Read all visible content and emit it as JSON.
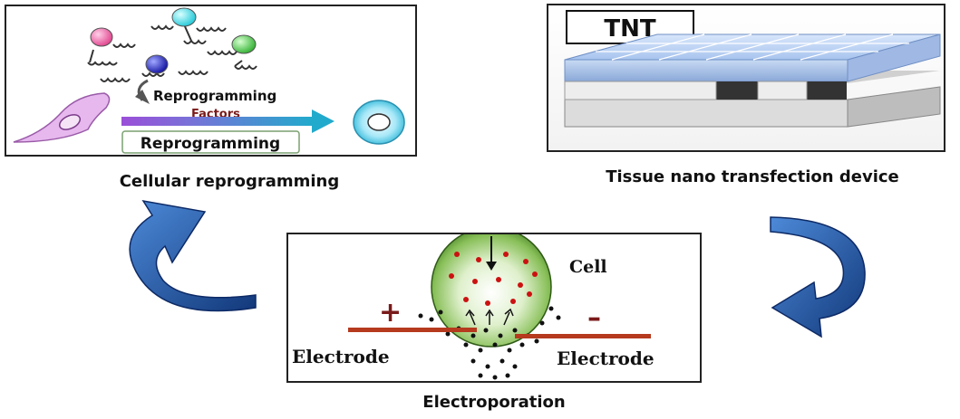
{
  "panels": {
    "reprogramming": {
      "label1": "Reprogramming",
      "label2": "Factors",
      "box_label": "Reprogramming",
      "caption": "Cellular reprogramming"
    },
    "tnt": {
      "title": "TNT",
      "caption": "Tissue nano transfection device"
    },
    "electroporation": {
      "cell_label": "Cell",
      "plus": "+",
      "minus": "–",
      "electrode_left": "Electrode",
      "electrode_right": "Electrode",
      "caption": "Electroporation"
    }
  },
  "colors": {
    "arrow_blue": "#1f5fae",
    "electrode_red": "#b53a1e",
    "factors_text": "#7a1a1a",
    "cell_green": "#7fb84a",
    "dot_red": "#cc1111"
  }
}
